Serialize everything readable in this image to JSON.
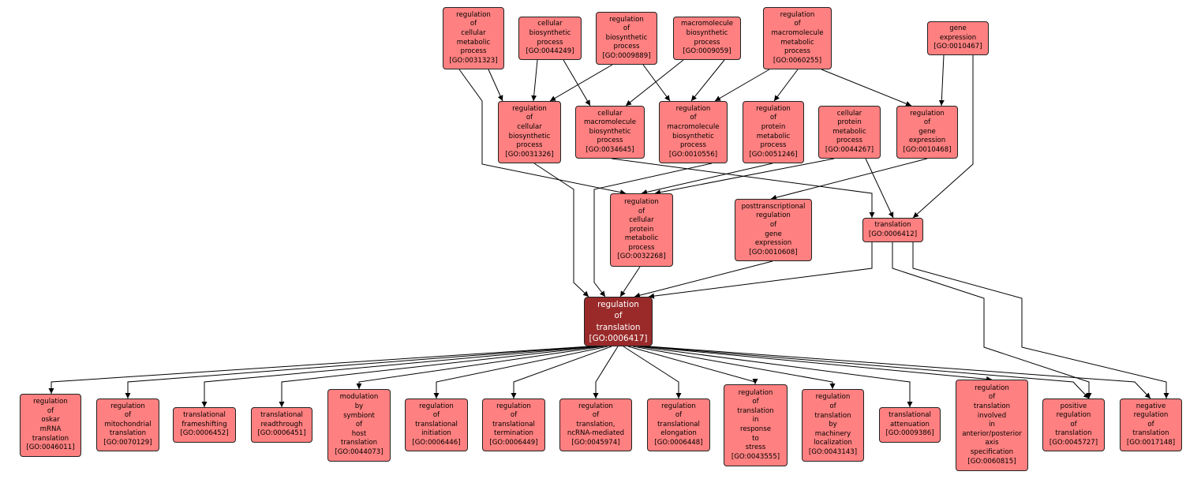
{
  "colors": {
    "node_fill": "#ff8080",
    "focus_fill": "#9a2a2a",
    "edge": "#000000"
  },
  "nodes": [
    {
      "id": "GO:0031323",
      "lines": [
        "regulation",
        "of",
        "cellular",
        "metabolic",
        "process",
        "[GO:0031323]"
      ]
    },
    {
      "id": "GO:0044249",
      "lines": [
        "cellular",
        "biosynthetic",
        "process",
        "[GO:0044249]"
      ]
    },
    {
      "id": "GO:0009889",
      "lines": [
        "regulation",
        "of",
        "biosynthetic",
        "process",
        "[GO:0009889]"
      ]
    },
    {
      "id": "GO:0009059",
      "lines": [
        "macromolecule",
        "biosynthetic",
        "process",
        "[GO:0009059]"
      ]
    },
    {
      "id": "GO:0060255",
      "lines": [
        "regulation",
        "of",
        "macromolecule",
        "metabolic",
        "process",
        "[GO:0060255]"
      ]
    },
    {
      "id": "GO:0010467",
      "lines": [
        "gene",
        "expression",
        "[GO:0010467]"
      ]
    },
    {
      "id": "GO:0031326",
      "lines": [
        "regulation",
        "of",
        "cellular",
        "biosynthetic",
        "process",
        "[GO:0031326]"
      ]
    },
    {
      "id": "GO:0034645",
      "lines": [
        "cellular",
        "macromolecule",
        "biosynthetic",
        "process",
        "[GO:0034645]"
      ]
    },
    {
      "id": "GO:0010556",
      "lines": [
        "regulation",
        "of",
        "macromolecule",
        "biosynthetic",
        "process",
        "[GO:0010556]"
      ]
    },
    {
      "id": "GO:0051246",
      "lines": [
        "regulation",
        "of",
        "protein",
        "metabolic",
        "process",
        "[GO:0051246]"
      ]
    },
    {
      "id": "GO:0044267",
      "lines": [
        "cellular",
        "protein",
        "metabolic",
        "process",
        "[GO:0044267]"
      ]
    },
    {
      "id": "GO:0010468",
      "lines": [
        "regulation",
        "of",
        "gene",
        "expression",
        "[GO:0010468]"
      ]
    },
    {
      "id": "GO:0032268",
      "lines": [
        "regulation",
        "of",
        "cellular",
        "protein",
        "metabolic",
        "process",
        "[GO:0032268]"
      ]
    },
    {
      "id": "GO:0010608",
      "lines": [
        "posttranscriptional",
        "regulation",
        "of",
        "gene",
        "expression",
        "[GO:0010608]"
      ]
    },
    {
      "id": "GO:0006412",
      "lines": [
        "translation",
        "[GO:0006412]"
      ]
    },
    {
      "id": "GO:0006417",
      "focus": true,
      "lines": [
        "regulation",
        "of",
        "translation",
        "[GO:0006417]"
      ]
    },
    {
      "id": "GO:0046011",
      "lines": [
        "regulation",
        "of",
        "oskar",
        "mRNA",
        "translation",
        "[GO:0046011]"
      ]
    },
    {
      "id": "GO:0070129",
      "lines": [
        "regulation",
        "of",
        "mitochondrial",
        "translation",
        "[GO:0070129]"
      ]
    },
    {
      "id": "GO:0006452",
      "lines": [
        "translational",
        "frameshifting",
        "[GO:0006452]"
      ]
    },
    {
      "id": "GO:0006451",
      "lines": [
        "translational",
        "readthrough",
        "[GO:0006451]"
      ]
    },
    {
      "id": "GO:0044073",
      "lines": [
        "modulation",
        "by",
        "symbiont",
        "of",
        "host",
        "translation",
        "[GO:0044073]"
      ]
    },
    {
      "id": "GO:0006446",
      "lines": [
        "regulation",
        "of",
        "translational",
        "initiation",
        "[GO:0006446]"
      ]
    },
    {
      "id": "GO:0006449",
      "lines": [
        "regulation",
        "of",
        "translational",
        "termination",
        "[GO:0006449]"
      ]
    },
    {
      "id": "GO:0045974",
      "lines": [
        "regulation",
        "of",
        "translation,",
        "ncRNA-mediated",
        "[GO:0045974]"
      ]
    },
    {
      "id": "GO:0006448",
      "lines": [
        "regulation",
        "of",
        "translational",
        "elongation",
        "[GO:0006448]"
      ]
    },
    {
      "id": "GO:0043555",
      "lines": [
        "regulation",
        "of",
        "translation",
        "in",
        "response",
        "to",
        "stress",
        "[GO:0043555]"
      ]
    },
    {
      "id": "GO:0043143",
      "lines": [
        "regulation",
        "of",
        "translation",
        "by",
        "machinery",
        "localization",
        "[GO:0043143]"
      ]
    },
    {
      "id": "GO:0009386",
      "lines": [
        "translational",
        "attenuation",
        "[GO:0009386]"
      ]
    },
    {
      "id": "GO:0060815",
      "lines": [
        "regulation",
        "of",
        "translation",
        "involved",
        "in",
        "anterior/posterior",
        "axis",
        "specification",
        "[GO:0060815]"
      ]
    },
    {
      "id": "GO:0045727",
      "lines": [
        "positive",
        "regulation",
        "of",
        "translation",
        "[GO:0045727]"
      ]
    },
    {
      "id": "GO:0017148",
      "lines": [
        "negative",
        "regulation",
        "of",
        "translation",
        "[GO:0017148]"
      ]
    }
  ],
  "edges": [
    [
      "GO:0031323",
      "GO:0031326"
    ],
    [
      "GO:0044249",
      "GO:0031326"
    ],
    [
      "GO:0009889",
      "GO:0031326"
    ],
    [
      "GO:0044249",
      "GO:0034645"
    ],
    [
      "GO:0009059",
      "GO:0034645"
    ],
    [
      "GO:0009889",
      "GO:0010556"
    ],
    [
      "GO:0009059",
      "GO:0010556"
    ],
    [
      "GO:0060255",
      "GO:0010556"
    ],
    [
      "GO:0060255",
      "GO:0051246"
    ],
    [
      "GO:0060255",
      "GO:0010468"
    ],
    [
      "GO:0010467",
      "GO:0010468"
    ],
    [
      "GO:0031323",
      "GO:0032268"
    ],
    [
      "GO:0051246",
      "GO:0032268"
    ],
    [
      "GO:0044267",
      "GO:0032268"
    ],
    [
      "GO:0010468",
      "GO:0010608"
    ],
    [
      "GO:0034645",
      "GO:0006412"
    ],
    [
      "GO:0044267",
      "GO:0006412"
    ],
    [
      "GO:0010467",
      "GO:0006412"
    ],
    [
      "GO:0031326",
      "GO:0006417"
    ],
    [
      "GO:0010556",
      "GO:0006417"
    ],
    [
      "GO:0032268",
      "GO:0006417"
    ],
    [
      "GO:0010608",
      "GO:0006417"
    ],
    [
      "GO:0006412",
      "GO:0006417"
    ],
    [
      "GO:0006417",
      "GO:0046011"
    ],
    [
      "GO:0006417",
      "GO:0070129"
    ],
    [
      "GO:0006417",
      "GO:0006452"
    ],
    [
      "GO:0006417",
      "GO:0006451"
    ],
    [
      "GO:0006417",
      "GO:0044073"
    ],
    [
      "GO:0006417",
      "GO:0006446"
    ],
    [
      "GO:0006417",
      "GO:0006449"
    ],
    [
      "GO:0006417",
      "GO:0045974"
    ],
    [
      "GO:0006417",
      "GO:0006448"
    ],
    [
      "GO:0006417",
      "GO:0043555"
    ],
    [
      "GO:0006417",
      "GO:0043143"
    ],
    [
      "GO:0006417",
      "GO:0009386"
    ],
    [
      "GO:0006417",
      "GO:0060815"
    ],
    [
      "GO:0006417",
      "GO:0045727"
    ],
    [
      "GO:0006417",
      "GO:0017148"
    ],
    [
      "GO:0006412",
      "GO:0045727"
    ],
    [
      "GO:0006412",
      "GO:0017148"
    ]
  ]
}
